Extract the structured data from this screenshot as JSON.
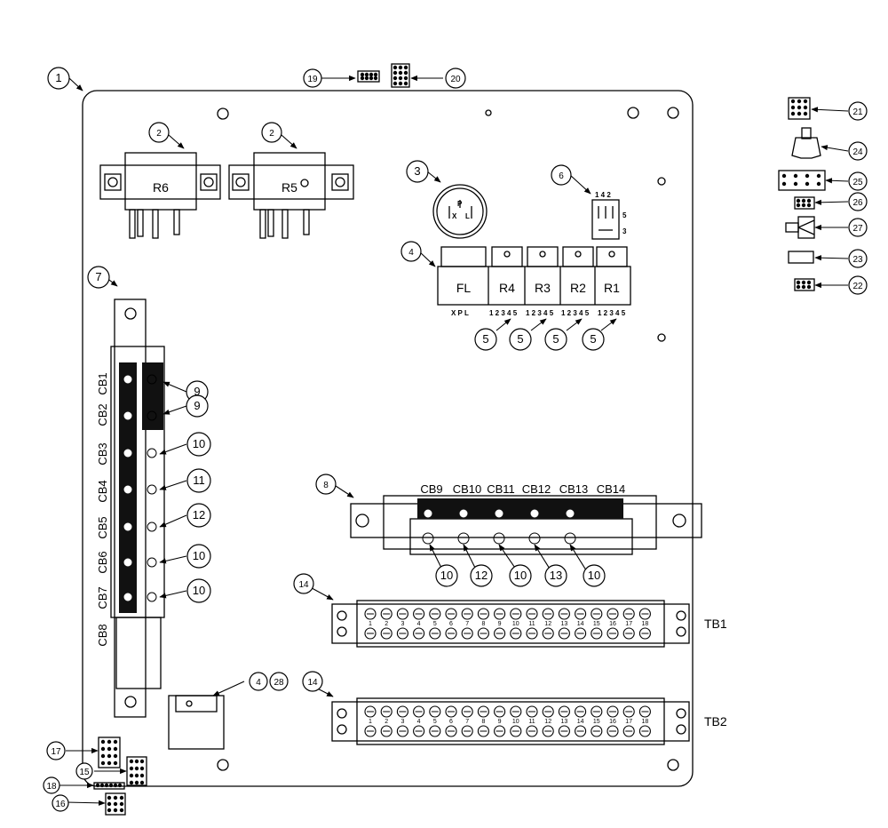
{
  "relays": {
    "r6": "R6",
    "r5": "R5",
    "fl": "FL",
    "r4": "R4",
    "r3": "R3",
    "r2": "R2",
    "r1": "R1"
  },
  "relay_pin_labels": {
    "fl": "X P L",
    "r4": "1 2 3 4 5",
    "r3": "1 2 3 4 5",
    "r2": "1 2 3 4 5",
    "r1": "1 2 3 4 5"
  },
  "flasher_face": {
    "p": "P",
    "x": "X",
    "l": "L"
  },
  "switch_pins": {
    "top": "1 4 2",
    "five": "5",
    "three": "3"
  },
  "breakers_left": [
    "CB1",
    "CB2",
    "CB3",
    "CB4",
    "CB5",
    "CB6",
    "CB7",
    "CB8"
  ],
  "breakers_right": [
    "CB9",
    "CB10",
    "CB11",
    "CB12",
    "CB13",
    "CB14"
  ],
  "terminal_blocks": {
    "tb1": "TB1",
    "tb2": "TB2"
  },
  "tb1_numbers": [
    "1",
    "2",
    "3",
    "4",
    "5",
    "6",
    "7",
    "8",
    "9",
    "10",
    "11",
    "12",
    "13",
    "14",
    "15",
    "16",
    "17",
    "18"
  ],
  "tb2_numbers": [
    "1",
    "2",
    "3",
    "4",
    "5",
    "6",
    "7",
    "8",
    "9",
    "10",
    "11",
    "12",
    "13",
    "14",
    "15",
    "16",
    "17",
    "18"
  ],
  "callouts": {
    "c1": "1",
    "c2a": "2",
    "c2b": "2",
    "c3": "3",
    "c4a": "4",
    "c4b": "4",
    "c28": "28",
    "c5a": "5",
    "c5b": "5",
    "c5c": "5",
    "c5d": "5",
    "c6": "6",
    "c7": "7",
    "c8": "8",
    "c9a": "9",
    "c9b": "9",
    "c10a": "10",
    "c11": "11",
    "c12a": "12",
    "c10b": "10",
    "c10c": "10",
    "c10d": "10",
    "c12b": "12",
    "c10e": "10",
    "c13": "13",
    "c10f": "10",
    "c14a": "14",
    "c14b": "14",
    "c15": "15",
    "c16": "16",
    "c17": "17",
    "c18": "18",
    "c19": "19",
    "c20": "20",
    "c21": "21",
    "c22": "22",
    "c23": "23",
    "c24": "24",
    "c25": "25",
    "c26": "26",
    "c27": "27"
  }
}
